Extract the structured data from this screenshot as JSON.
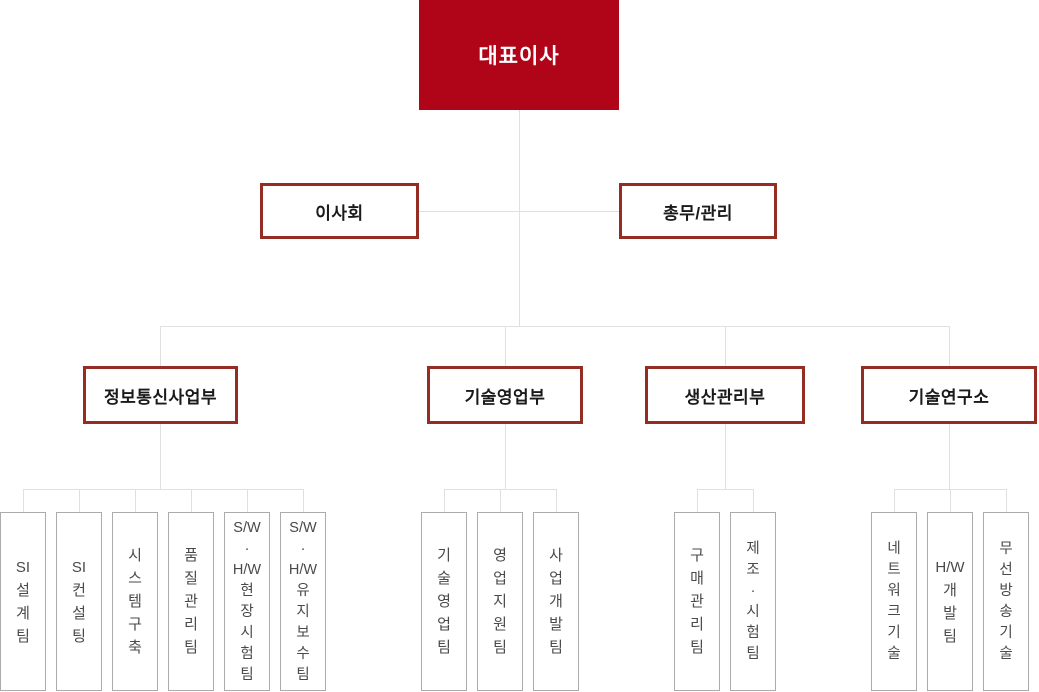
{
  "colors": {
    "accent_red": "#B00418",
    "outline_red": "#942E24",
    "line_gray": "#E0E0E0",
    "team_border_gray": "#ABABAB",
    "team_text": "#4A4A4A",
    "heading_text": "#1A1A1A",
    "ceo_text": "#FFFFFF"
  },
  "chart": {
    "root": {
      "label": "대표이사"
    },
    "staff": [
      {
        "label": "이사회"
      },
      {
        "label": "총무/관리"
      }
    ],
    "departments": [
      {
        "label": "정보통신사업부",
        "teams": [
          {
            "name": "SI설계팀",
            "units": [
              "SI",
              "설",
              "계",
              "팀"
            ]
          },
          {
            "name": "SI컨설팅",
            "units": [
              "SI",
              "컨",
              "설",
              "팅"
            ]
          },
          {
            "name": "시스템구축",
            "units": [
              "시",
              "스",
              "템",
              "구",
              "축"
            ]
          },
          {
            "name": "품질관리팀",
            "units": [
              "품",
              "질",
              "관",
              "리",
              "팀"
            ]
          },
          {
            "name": "S/W·H/W현장시험팀",
            "units": [
              "S/W",
              "·",
              "H/W",
              "현",
              "장",
              "시",
              "험",
              "팀"
            ]
          },
          {
            "name": "S/W·H/W유지보수팀",
            "units": [
              "S/W",
              "·",
              "H/W",
              "유",
              "지",
              "보",
              "수",
              "팀"
            ]
          }
        ]
      },
      {
        "label": "기술영업부",
        "teams": [
          {
            "name": "기술영업팀",
            "units": [
              "기",
              "술",
              "영",
              "업",
              "팀"
            ]
          },
          {
            "name": "영업지원팀",
            "units": [
              "영",
              "업",
              "지",
              "원",
              "팀"
            ]
          },
          {
            "name": "사업개발팀",
            "units": [
              "사",
              "업",
              "개",
              "발",
              "팀"
            ]
          }
        ]
      },
      {
        "label": "생산관리부",
        "teams": [
          {
            "name": "구매관리팀",
            "units": [
              "구",
              "매",
              "관",
              "리",
              "팀"
            ]
          },
          {
            "name": "제조·시험팀",
            "units": [
              "제",
              "조",
              "·",
              "시",
              "험",
              "팀"
            ]
          }
        ]
      },
      {
        "label": "기술연구소",
        "teams": [
          {
            "name": "네트워크기술",
            "units": [
              "네",
              "트",
              "워",
              "크",
              "기",
              "술"
            ]
          },
          {
            "name": "H/W개발팀",
            "units": [
              "H/W",
              "개",
              "발",
              "팀"
            ]
          },
          {
            "name": "무선방송기술",
            "units": [
              "무",
              "선",
              "방",
              "송",
              "기",
              "술"
            ]
          }
        ]
      }
    ]
  }
}
